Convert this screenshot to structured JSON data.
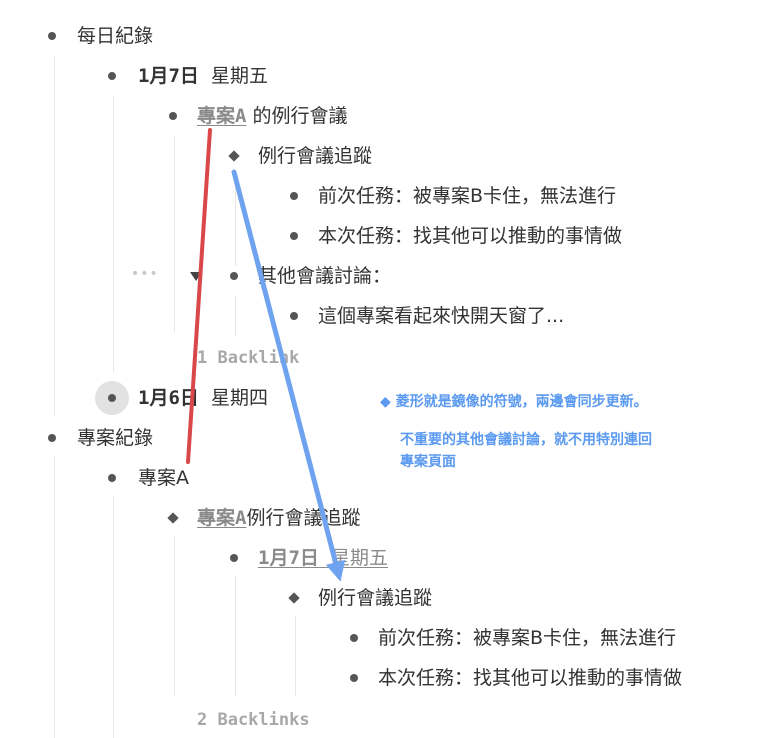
{
  "outline": {
    "daily": "每日紀錄",
    "jan7": {
      "date": "1月7日",
      "weekday": "星期五"
    },
    "meeting_ref": "專案A",
    "meeting_suffix": "的例行會議",
    "followup": "例行會議追蹤",
    "prev_task": "前次任務：被專案B卡住，無法進行",
    "this_task": "本次任務：找其他可以推動的事情做",
    "other": "其他會議討論：",
    "other_item": "這個專案看起來快開天窗了...",
    "backlink1": "1 Backlink",
    "jan6": {
      "date": "1月6日",
      "weekday": "星期四"
    },
    "project": "專案紀錄",
    "projectA": "專案A",
    "embed_ref": "專案A",
    "embed_suffix": "例行會議追蹤",
    "embed_date": "1月7日",
    "embed_weekday": "星期五",
    "mirror_followup": "例行會議追蹤",
    "mirror_prev": "前次任務：被專案B卡住，無法進行",
    "mirror_this": "本次任務：找其他可以推動的事情做",
    "backlinks2": "2 Backlinks"
  },
  "notes": {
    "line1": "◆ 菱形就是鏡像的符號，兩邊會同步更新。",
    "line2": "不重要的其他會議討論，就不用特別連回",
    "line3": "專案頁面"
  },
  "colors": {
    "red_arrow": "#d9474a",
    "blue_arrow": "#6fa3ef",
    "note": "#5b9af0"
  }
}
